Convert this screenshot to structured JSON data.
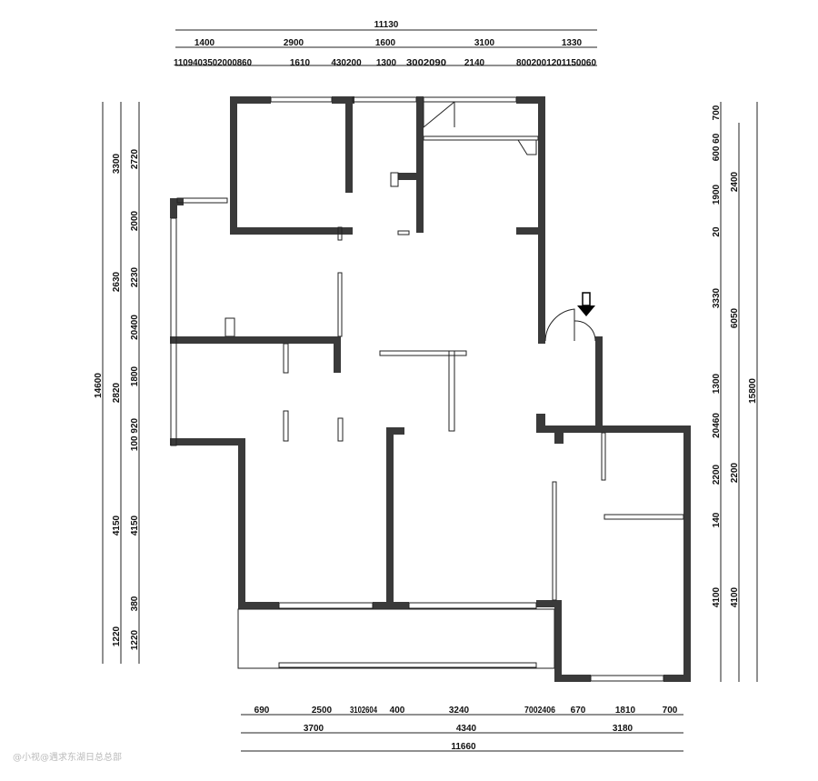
{
  "top_dims": {
    "total": "11130",
    "row2": [
      "1400",
      "2900",
      "1600",
      "3100",
      "1330"
    ],
    "row3": [
      "1109403502000860",
      "1610",
      "430200",
      "1300",
      "3002090",
      "2140",
      "8002001201150060"
    ]
  },
  "bottom_dims": {
    "row1": [
      "690",
      "2500",
      "3102604",
      "400",
      "3240",
      "7002406",
      "670",
      "1810",
      "700"
    ],
    "row2": [
      "3700",
      "4340",
      "3180"
    ],
    "total": "11660"
  },
  "left_dims": {
    "outer": "14600",
    "middle": [
      "3300",
      "2630",
      "2820",
      "4150",
      "1220"
    ],
    "inner": [
      "2720",
      "2000",
      "2230",
      "20400",
      "1800",
      "100 920",
      "4150",
      "380",
      "1220"
    ]
  },
  "right_dims": {
    "outer": "15800",
    "middle": [
      "2400",
      "6050",
      "2200",
      "4100"
    ],
    "inner": [
      "700",
      "600 60",
      "1900",
      "20",
      "3330",
      "1300",
      "20460",
      "2200",
      "140",
      "4100"
    ]
  },
  "watermark": "@小视@遇求东湖日总总部"
}
